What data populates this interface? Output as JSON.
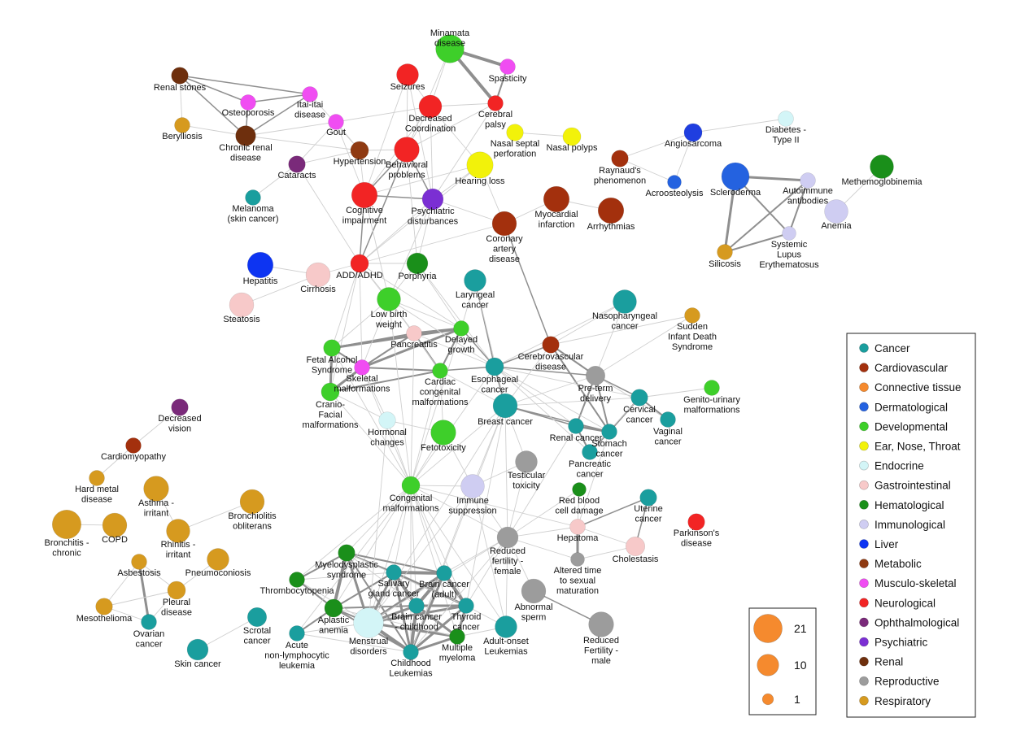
{
  "categories": [
    {
      "key": "cancer",
      "label": "Cancer",
      "color": "#1a9e9e"
    },
    {
      "key": "cardio",
      "label": "Cardiovascular",
      "color": "#a3300d"
    },
    {
      "key": "connective",
      "label": "Connective tissue",
      "color": "#f58a2e"
    },
    {
      "key": "derm",
      "label": "Dermatological",
      "color": "#2462e0"
    },
    {
      "key": "dev",
      "label": "Developmental",
      "color": "#3ecf2a"
    },
    {
      "key": "ent",
      "label": "Ear, Nose, Throat",
      "color": "#f2f20a"
    },
    {
      "key": "endo",
      "label": "Endocrine",
      "color": "#d3f5f7"
    },
    {
      "key": "gi",
      "label": "Gastrointestinal",
      "color": "#f7c9c9"
    },
    {
      "key": "hema",
      "label": "Hematological",
      "color": "#1a8f1a"
    },
    {
      "key": "immuno",
      "label": "Immunological",
      "color": "#cfcdf2"
    },
    {
      "key": "liver",
      "label": "Liver",
      "color": "#0d34f2"
    },
    {
      "key": "metab",
      "label": "Metabolic",
      "color": "#8f3a12"
    },
    {
      "key": "musc",
      "label": "Musculo-skeletal",
      "color": "#f04df2"
    },
    {
      "key": "neuro",
      "label": "Neurological",
      "color": "#f22424"
    },
    {
      "key": "ophth",
      "label": "Ophthalmological",
      "color": "#7a2a7a"
    },
    {
      "key": "psych",
      "label": "Psychiatric",
      "color": "#7b2fd3"
    },
    {
      "key": "renal",
      "label": "Renal",
      "color": "#6e2f0d"
    },
    {
      "key": "repro",
      "label": "Reproductive",
      "color": "#9c9c9c"
    },
    {
      "key": "resp",
      "label": "Respiratory",
      "color": "#d69a1f"
    }
  ],
  "size_legend": {
    "values": [
      21,
      10,
      1
    ],
    "color": "#f58a2e"
  },
  "nodes": [
    {
      "id": "minamata",
      "label": [
        "Minamata",
        "disease"
      ],
      "cat": "dev",
      "value": 18
    },
    {
      "id": "spasticity",
      "label": [
        "Spasticity"
      ],
      "cat": "musc",
      "value": 3
    },
    {
      "id": "seizures",
      "label": [
        "Seizures"
      ],
      "cat": "neuro",
      "value": 9
    },
    {
      "id": "cerebralpalsy",
      "label": [
        "Cerebral",
        "palsy"
      ],
      "cat": "neuro",
      "value": 3
    },
    {
      "id": "decoord",
      "label": [
        "Decreased",
        "Coordination"
      ],
      "cat": "neuro",
      "value": 10
    },
    {
      "id": "renalstones",
      "label": [
        "Renal stones"
      ],
      "cat": "renal",
      "value": 4
    },
    {
      "id": "osteoporosis",
      "label": [
        "Osteoporosis"
      ],
      "cat": "musc",
      "value": 3
    },
    {
      "id": "itaiitai",
      "label": [
        "Itai-itai",
        "disease"
      ],
      "cat": "musc",
      "value": 3
    },
    {
      "id": "berylliosis",
      "label": [
        "Berylliosis"
      ],
      "cat": "resp",
      "value": 3
    },
    {
      "id": "chronicrenal",
      "label": [
        "Chronic renal",
        "disease"
      ],
      "cat": "renal",
      "value": 7
    },
    {
      "id": "gout",
      "label": [
        "Gout"
      ],
      "cat": "musc",
      "value": 3
    },
    {
      "id": "hypertension",
      "label": [
        "Hypertension"
      ],
      "cat": "metab",
      "value": 5
    },
    {
      "id": "behavioral",
      "label": [
        "Behavioral",
        "problems"
      ],
      "cat": "neuro",
      "value": 13
    },
    {
      "id": "nasalseptal",
      "label": [
        "Nasal septal",
        "perforation"
      ],
      "cat": "ent",
      "value": 4
    },
    {
      "id": "nasalpolyps",
      "label": [
        "Nasal polyps"
      ],
      "cat": "ent",
      "value": 5
    },
    {
      "id": "hearingloss",
      "label": [
        "Hearing loss"
      ],
      "cat": "ent",
      "value": 15
    },
    {
      "id": "cataracts",
      "label": [
        "Cataracts"
      ],
      "cat": "ophth",
      "value": 4
    },
    {
      "id": "melanoma",
      "label": [
        "Melanoma",
        "(skin cancer)"
      ],
      "cat": "cancer",
      "value": 3
    },
    {
      "id": "cogimp",
      "label": [
        "Cognitive",
        "impairment"
      ],
      "cat": "neuro",
      "value": 14
    },
    {
      "id": "psychdist",
      "label": [
        "Psychiatric",
        "disturbances"
      ],
      "cat": "psych",
      "value": 8
    },
    {
      "id": "myocardial",
      "label": [
        "Myocardial",
        "infarction"
      ],
      "cat": "cardio",
      "value": 14
    },
    {
      "id": "arrhythmias",
      "label": [
        "Arrhythmias"
      ],
      "cat": "cardio",
      "value": 14
    },
    {
      "id": "coronary",
      "label": [
        "Coronary",
        "artery",
        "disease"
      ],
      "cat": "cardio",
      "value": 12
    },
    {
      "id": "raynaud",
      "label": [
        "Raynaud's",
        "phenomenon"
      ],
      "cat": "cardio",
      "value": 4
    },
    {
      "id": "angiosarcoma",
      "label": [
        "Angiosarcoma"
      ],
      "cat": "cancer",
      "value": 5,
      "color": "#1f3ee0"
    },
    {
      "id": "acroosteolysis",
      "label": [
        "Acroosteolysis"
      ],
      "cat": "derm",
      "value": 2
    },
    {
      "id": "diabetes2",
      "label": [
        "Diabetes -",
        "Type II"
      ],
      "cat": "endo",
      "value": 3
    },
    {
      "id": "scleroderma",
      "label": [
        "Scleroderma"
      ],
      "cat": "derm",
      "value": 17
    },
    {
      "id": "autoimmune",
      "label": [
        "Autoimmune",
        "antibodies"
      ],
      "cat": "immuno",
      "value": 3
    },
    {
      "id": "methemo",
      "label": [
        "Methemoglobinemia"
      ],
      "cat": "hema",
      "value": 11
    },
    {
      "id": "anemia",
      "label": [
        "Anemia"
      ],
      "cat": "immuno",
      "value": 11
    },
    {
      "id": "sle",
      "label": [
        "Systemic",
        "Lupus",
        "Erythematosus"
      ],
      "cat": "immuno",
      "value": 2
    },
    {
      "id": "silicosis",
      "label": [
        "Silicosis"
      ],
      "cat": "resp",
      "value": 3
    },
    {
      "id": "hepatitis",
      "label": [
        "Hepatitis"
      ],
      "cat": "liver",
      "value": 14
    },
    {
      "id": "cirrhosis",
      "label": [
        "Cirrhosis"
      ],
      "cat": "gi",
      "value": 12
    },
    {
      "id": "steatosis",
      "label": [
        "Steatosis"
      ],
      "cat": "gi",
      "value": 12
    },
    {
      "id": "adhd",
      "label": [
        "ADD/ADHD"
      ],
      "cat": "neuro",
      "value": 5
    },
    {
      "id": "porphyria",
      "label": [
        "Porphyria"
      ],
      "cat": "hema",
      "value": 8
    },
    {
      "id": "laryngeal",
      "label": [
        "Laryngeal",
        "cancer"
      ],
      "cat": "cancer",
      "value": 9
    },
    {
      "id": "lowbirth",
      "label": [
        "Low birth",
        "weight"
      ],
      "cat": "dev",
      "value": 11
    },
    {
      "id": "nasopharyngeal",
      "label": [
        "Nasopharyngeal",
        "cancer"
      ],
      "cat": "cancer",
      "value": 11
    },
    {
      "id": "sids",
      "label": [
        "Sudden",
        "Infant Death",
        "Syndrome"
      ],
      "cat": "resp",
      "value": 3
    },
    {
      "id": "pancreatitis",
      "label": [
        "Pancreatitis"
      ],
      "cat": "gi",
      "value": 3
    },
    {
      "id": "delayedgrowth",
      "label": [
        "Delayed",
        "growth"
      ],
      "cat": "dev",
      "value": 3
    },
    {
      "id": "fas",
      "label": [
        "Fetal Alcohol",
        "Syndrome"
      ],
      "cat": "dev",
      "value": 4
    },
    {
      "id": "skeletal",
      "label": [
        "Skeletal",
        "malformations"
      ],
      "cat": "musc",
      "value": 3
    },
    {
      "id": "cardiaccongenital",
      "label": [
        "Cardiac",
        "congenital",
        "malformations"
      ],
      "cat": "dev",
      "value": 3
    },
    {
      "id": "esophageal",
      "label": [
        "Esophageal",
        "cancer"
      ],
      "cat": "cancer",
      "value": 5
    },
    {
      "id": "cerebrovascular",
      "label": [
        "Cerebrovascular",
        "disease"
      ],
      "cat": "cardio",
      "value": 4
    },
    {
      "id": "pretermdelivery",
      "label": [
        "Pre-term",
        "delivery"
      ],
      "cat": "repro",
      "value": 6
    },
    {
      "id": "genitourinary",
      "label": [
        "Genito-urinary",
        "malformations"
      ],
      "cat": "dev",
      "value": 3
    },
    {
      "id": "craniofacial",
      "label": [
        "Cranio-",
        "Facial",
        "malformations"
      ],
      "cat": "dev",
      "value": 5
    },
    {
      "id": "hormonal",
      "label": [
        "Hormonal",
        "changes"
      ],
      "cat": "endo",
      "value": 4
    },
    {
      "id": "breastcancer",
      "label": [
        "Breast cancer"
      ],
      "cat": "cancer",
      "value": 12
    },
    {
      "id": "cervical",
      "label": [
        "Cervical",
        "cancer"
      ],
      "cat": "cancer",
      "value": 4
    },
    {
      "id": "vaginal",
      "label": [
        "Vaginal",
        "cancer"
      ],
      "cat": "cancer",
      "value": 3
    },
    {
      "id": "fetotoxicity",
      "label": [
        "Fetotoxicity"
      ],
      "cat": "dev",
      "value": 13
    },
    {
      "id": "renalcancer",
      "label": [
        "Renal cancer"
      ],
      "cat": "cancer",
      "value": 3
    },
    {
      "id": "stomach",
      "label": [
        "Stomach",
        "cancer"
      ],
      "cat": "cancer",
      "value": 3
    },
    {
      "id": "pancreatic",
      "label": [
        "Pancreatic",
        "cancer"
      ],
      "cat": "cancer",
      "value": 3
    },
    {
      "id": "testicular",
      "label": [
        "Testicular",
        "toxicity"
      ],
      "cat": "repro",
      "value": 9
    },
    {
      "id": "congenital",
      "label": [
        "Congenital",
        "malformations"
      ],
      "cat": "dev",
      "value": 5
    },
    {
      "id": "immunesupp",
      "label": [
        "Immune",
        "suppression"
      ],
      "cat": "immuno",
      "value": 11
    },
    {
      "id": "redblood",
      "label": [
        "Red blood",
        "cell damage"
      ],
      "cat": "hema",
      "value": 2
    },
    {
      "id": "uterine",
      "label": [
        "Uterine",
        "cancer"
      ],
      "cat": "cancer",
      "value": 4
    },
    {
      "id": "parkinsons",
      "label": [
        "Parkinson's",
        "disease"
      ],
      "cat": "neuro",
      "value": 4
    },
    {
      "id": "hepatoma",
      "label": [
        "Hepatoma"
      ],
      "cat": "gi",
      "value": 3
    },
    {
      "id": "cholestasis",
      "label": [
        "Cholestasis"
      ],
      "cat": "gi",
      "value": 6
    },
    {
      "id": "reducedfertf",
      "label": [
        "Reduced",
        "fertility -",
        "female"
      ],
      "cat": "repro",
      "value": 8
    },
    {
      "id": "alteredtime",
      "label": [
        "Altered time",
        "to sexual",
        "maturation"
      ],
      "cat": "repro",
      "value": 2
    },
    {
      "id": "decvision",
      "label": [
        "Decreased",
        "vision"
      ],
      "cat": "ophth",
      "value": 4
    },
    {
      "id": "cardiomyopathy",
      "label": [
        "Cardiomyopathy"
      ],
      "cat": "cardio",
      "value": 3
    },
    {
      "id": "hardmetal",
      "label": [
        "Hard metal",
        "disease"
      ],
      "cat": "resp",
      "value": 3
    },
    {
      "id": "asthma",
      "label": [
        "Asthma -",
        "irritant"
      ],
      "cat": "resp",
      "value": 13
    },
    {
      "id": "bronchiolitis",
      "label": [
        "Bronchiolitis",
        "obliterans"
      ],
      "cat": "resp",
      "value": 12
    },
    {
      "id": "bronchitis",
      "label": [
        "Bronchitis -",
        "chronic"
      ],
      "cat": "resp",
      "value": 19
    },
    {
      "id": "copd",
      "label": [
        "COPD"
      ],
      "cat": "resp",
      "value": 12
    },
    {
      "id": "rhinitis",
      "label": [
        "Rhinitis -",
        "irritant"
      ],
      "cat": "resp",
      "value": 11
    },
    {
      "id": "pneumoconiosis",
      "label": [
        "Pneumoconiosis"
      ],
      "cat": "resp",
      "value": 9
    },
    {
      "id": "asbestosis",
      "label": [
        "Asbestosis"
      ],
      "cat": "resp",
      "value": 3
    },
    {
      "id": "pleural",
      "label": [
        "Pleural",
        "disease"
      ],
      "cat": "resp",
      "value": 5
    },
    {
      "id": "mesothelioma",
      "label": [
        "Mesothelioma"
      ],
      "cat": "resp",
      "value": 4
    },
    {
      "id": "ovarian",
      "label": [
        "Ovarian",
        "cancer"
      ],
      "cat": "cancer",
      "value": 3
    },
    {
      "id": "skincancer",
      "label": [
        "Skin cancer"
      ],
      "cat": "cancer",
      "value": 8
    },
    {
      "id": "scrotal",
      "label": [
        "Scrotal",
        "cancer"
      ],
      "cat": "cancer",
      "value": 6
    },
    {
      "id": "myelodysplastic",
      "label": [
        "Myelodysplastic",
        "syndrome"
      ],
      "cat": "hema",
      "value": 4
    },
    {
      "id": "thrombocytopenia",
      "label": [
        "Thrombocytopenia"
      ],
      "cat": "hema",
      "value": 3
    },
    {
      "id": "aplastic",
      "label": [
        "Aplastic",
        "anemia"
      ],
      "cat": "hema",
      "value": 5
    },
    {
      "id": "anll",
      "label": [
        "Acute",
        "non-lymphocytic",
        "leukemia"
      ],
      "cat": "cancer",
      "value": 3
    },
    {
      "id": "salivary",
      "label": [
        "Salivary",
        "gland cancer"
      ],
      "cat": "cancer",
      "value": 3
    },
    {
      "id": "braincanceradult",
      "label": [
        "Brain cancer",
        "(adult)"
      ],
      "cat": "cancer",
      "value": 3
    },
    {
      "id": "brainchild",
      "label": [
        "Brain cancer",
        "- childhood"
      ],
      "cat": "cancer",
      "value": 3
    },
    {
      "id": "thyroid",
      "label": [
        "Thyroid",
        "cancer"
      ],
      "cat": "cancer",
      "value": 3
    },
    {
      "id": "menstrual",
      "label": [
        "Menstrual",
        "disorders"
      ],
      "cat": "endo",
      "value": 21
    },
    {
      "id": "multiplemyeloma",
      "label": [
        "Multiple",
        "myeloma"
      ],
      "cat": "hema",
      "value": 3
    },
    {
      "id": "childleuk",
      "label": [
        "Childhood",
        "Leukemias"
      ],
      "cat": "cancer",
      "value": 3
    },
    {
      "id": "adultleuk",
      "label": [
        "Adult-onset",
        "Leukemias"
      ],
      "cat": "cancer",
      "value": 9
    },
    {
      "id": "abnormalsperm",
      "label": [
        "Abnormal",
        "sperm"
      ],
      "cat": "repro",
      "value": 12
    },
    {
      "id": "reducedfertm",
      "label": [
        "Reduced",
        "Fertility -",
        "male"
      ],
      "cat": "repro",
      "value": 13
    }
  ]
}
